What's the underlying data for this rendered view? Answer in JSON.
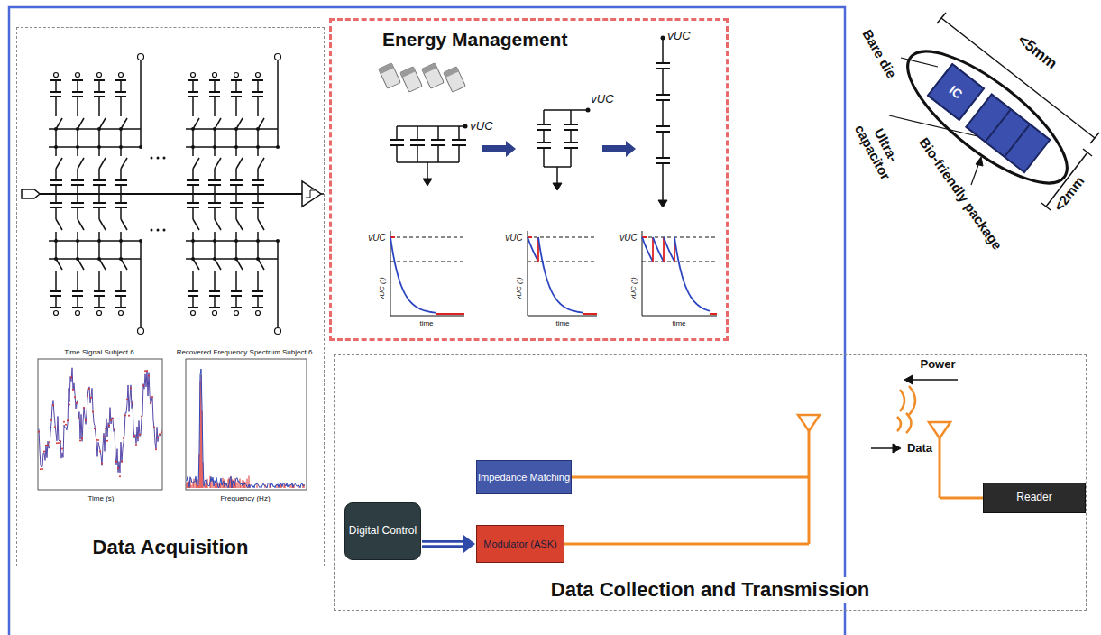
{
  "diagram": {
    "nodes": [
      {
        "text": [
          "Data Acquisition"
        ]
      },
      {
        "text": [
          "Energy Management"
        ]
      },
      {
        "text": [
          "Data Collection and Transmission"
        ]
      },
      {
        "text": [
          "Impedance Matching"
        ],
        "in": 2
      },
      {
        "text": [
          "Digital Control"
        ],
        "in": 2
      },
      {
        "text": [
          "Modulator (ASK)"
        ],
        "in": 2
      },
      {
        "text": [
          "Reader"
        ],
        "in": 2
      },
      {
        "text": [
          "IC"
        ]
      }
    ],
    "edges": [
      {
        "from": 4,
        "to": 5,
        "arrow": "to"
      }
    ],
    "labels": [
      "Time Signal Subject 6",
      "Recovered Frequency Spectrum Subject 6",
      "Time (s)",
      "Frequency (Hz)",
      "vUC",
      "vUC",
      "vUC",
      "vUC",
      "vUC (t)",
      "time",
      "vUC",
      "vUC (t)",
      "time",
      "vUC",
      "vUC (t)",
      "time",
      "Power",
      "Data",
      "Bare die",
      "Ultra- capacitor",
      "Bio-friendly package",
      "<5mm",
      "<2mm"
    ]
  }
}
